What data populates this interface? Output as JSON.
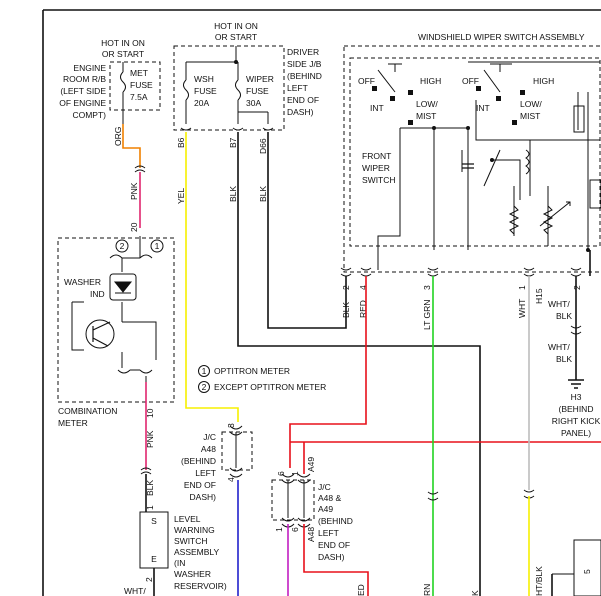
{
  "labels": {
    "hot_on_start_left": [
      "HOT IN ON",
      "OR START"
    ],
    "engine_room": [
      "ENGINE",
      "ROOM R/B",
      "(LEFT SIDE",
      "OF ENGINE",
      "COMPT)"
    ],
    "met_fuse": [
      "MET",
      "FUSE",
      "7.5A"
    ],
    "hot_on_start_mid": [
      "HOT IN ON",
      "OR START"
    ],
    "driver_jb": [
      "DRIVER",
      "SIDE J/B",
      "(BEHIND",
      "LEFT",
      "END OF",
      "DASH)"
    ],
    "wsh_fuse": [
      "WSH",
      "FUSE",
      "20A"
    ],
    "wiper_fuse": [
      "WIPER",
      "FUSE",
      "30A"
    ],
    "wiper_switch_assembly": "WINDSHIELD WIPER SWITCH ASSEMBLY",
    "off": "OFF",
    "high": "HIGH",
    "int": "INT",
    "low_mist": [
      "LOW/",
      "MIST"
    ],
    "front_wiper_switch": [
      "FRONT",
      "WIPER",
      "SWITCH"
    ],
    "washer_ind": [
      "WASHER",
      "IND"
    ],
    "combination_meter": [
      "COMBINATION",
      "METER"
    ],
    "legend_1": "OPTITRON METER",
    "legend_2": "EXCEPT OPTITRON METER",
    "jc_a48": [
      "J/C",
      "A48",
      "(BEHIND",
      "LEFT",
      "END OF",
      "DASH)"
    ],
    "jc_a48_a49": [
      "J/C",
      "A48 &",
      "A49",
      "(BEHIND",
      "LEFT",
      "END OF",
      "DASH)"
    ],
    "level_warning": [
      "LEVEL",
      "WARNING",
      "SWITCH",
      "ASSEMBLY",
      "(IN",
      "WASHER",
      "RESERVOIR)"
    ],
    "ground_h3": [
      "H3",
      "(BEHIND",
      "RIGHT KICK",
      "PANEL)"
    ],
    "s": "S",
    "e": "E",
    "circ_1": "1",
    "circ_2": "2"
  },
  "pins": {
    "org": "ORG",
    "pnk": "PNK",
    "c20": "20",
    "pnk2": "PNK",
    "c10": "10",
    "blk1": "BLK",
    "c1": "1",
    "c2": "2",
    "wht": "WHT/",
    "b6": "B6",
    "b7": "B7",
    "d66": "D66",
    "yel": "YEL",
    "blk_a": "BLK",
    "blk_b": "BLK",
    "p3": "3",
    "p4": "4",
    "p6": "6",
    "p1a": "1",
    "a49": "A49",
    "p1b": "1",
    "p6b": "6",
    "a48": "A48",
    "blk2": "BLK",
    "p2": "2",
    "red": "RED",
    "p4b": "4",
    "ltgrn": "LT GRN",
    "p3b": "3",
    "wht1": "WHT",
    "p1": "1",
    "h15": "H15",
    "p2b": "2",
    "wht_blk1": [
      "WHT/",
      "BLK"
    ],
    "wht_blk2": [
      "WHT/",
      "BLK"
    ],
    "bot_ed": "ED",
    "bot_rn": "RN",
    "bot_k": "K",
    "bot_whtblk": "HT/BLK",
    "bot_5": "5"
  },
  "colors": {
    "org": "#f08000",
    "pnk": "#e0266e",
    "yel": "#f7f000",
    "blk": "#111111",
    "red": "#e8101a",
    "ltgrn": "#22d422",
    "wht": "#bdbdbd",
    "blue": "#2222cc",
    "violet": "#c21ec2"
  }
}
